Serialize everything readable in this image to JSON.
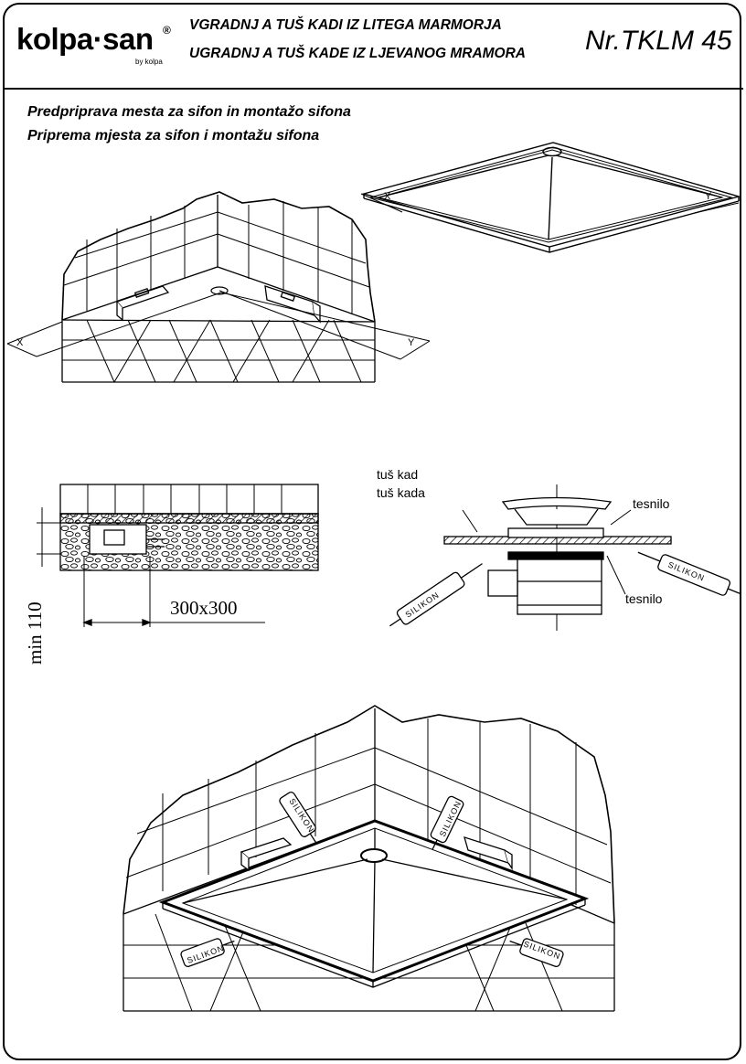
{
  "brand": {
    "name": "kolpa·san",
    "registered": "®",
    "sub": "by kolpa"
  },
  "header": {
    "title_line1": "VGRADNJ A  TUŠ KADI  IZ LITEGA MARMORJA",
    "title_line2": "UGRADNJ A  TUŠ KADE  IZ LJEVANOG MRAMORA",
    "doc_number": "Nr.TKLM 45"
  },
  "section": {
    "line1": "Predpriprava mesta za sifon in montažo sifona",
    "line2": "Priprema mjesta za sifon i montažu sifona"
  },
  "labels": {
    "x_axis": "X",
    "y_axis": "Y",
    "min_height": "min 110",
    "cutout": "300x300",
    "tub_slo": "tuš kad",
    "tub_hr": "tuš kada",
    "seal_top": "tesnilo",
    "seal_bottom": "tesnilo",
    "silicone": "SILIKON"
  }
}
